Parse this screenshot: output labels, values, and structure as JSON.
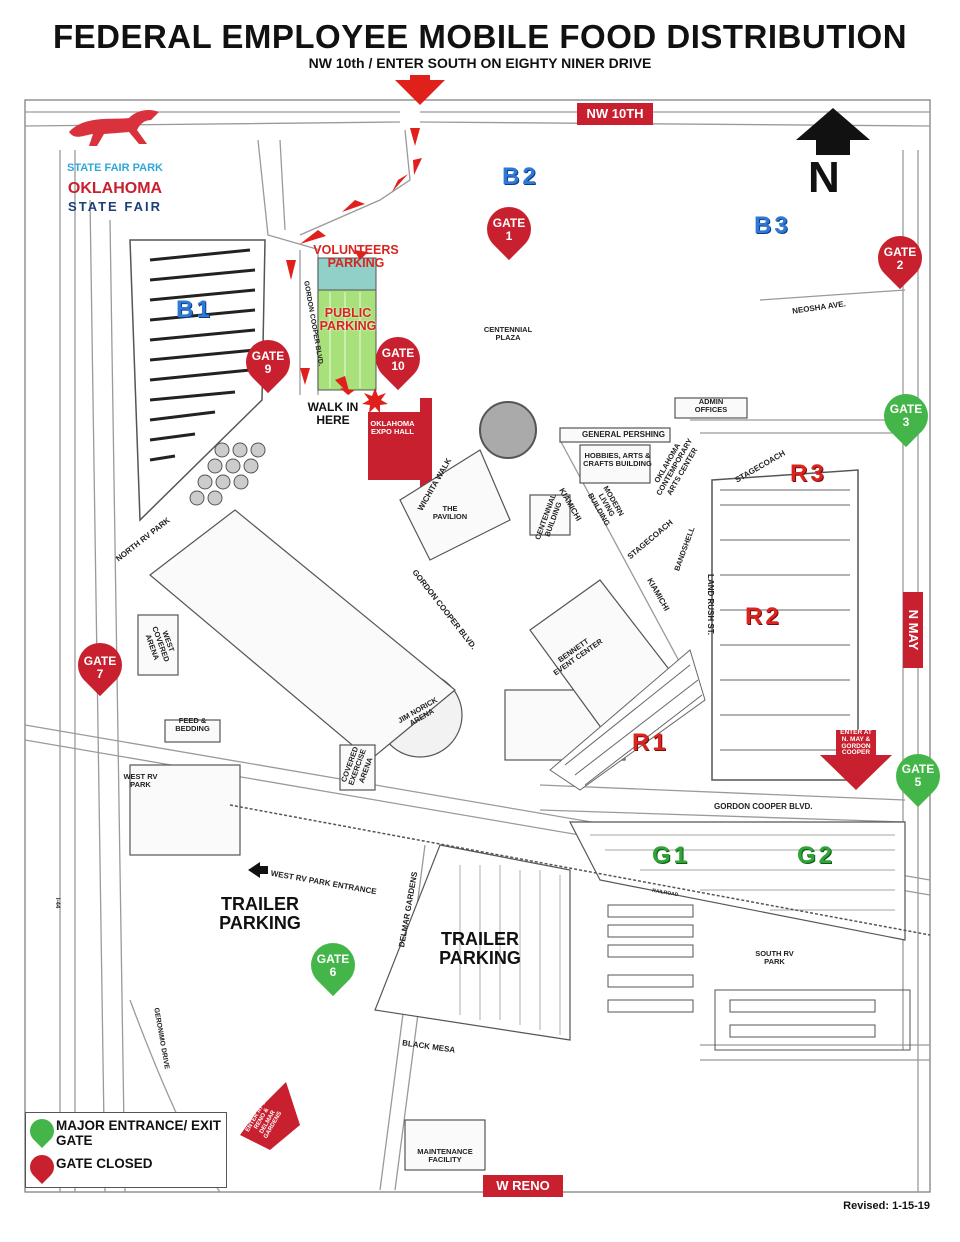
{
  "header": {
    "title": "FEDERAL EMPLOYEE MOBILE FOOD DISTRIBUTION",
    "subtitle": "NW 10th / ENTER SOUTH ON EIGHTY NINER DRIVE"
  },
  "logo": {
    "line1": "STATE FAIR PARK",
    "line2": "OKLAHOMA",
    "line3": "STATE FAIR"
  },
  "colors": {
    "gate_closed": "#c8202f",
    "gate_open": "#44b649",
    "zone_blue": "#2f79d6",
    "zone_red": "#d9241f",
    "zone_green": "#2fa535",
    "volunteer_parking": "#8fd0c8",
    "public_parking": "#a8e07a",
    "expo_hall": "#c8202f"
  },
  "roads": {
    "nw10th": "NW 10TH",
    "nmay": "N MAY",
    "wreno": "W RENO"
  },
  "north": "N",
  "zones": {
    "b1": "B1",
    "b2": "B2",
    "b3": "B3",
    "r1": "R1",
    "r2": "R2",
    "r3": "R3",
    "g1": "G1",
    "g2": "G2"
  },
  "gates": {
    "g1": {
      "line1": "GATE",
      "line2": "1"
    },
    "g2": {
      "line1": "GATE",
      "line2": "2"
    },
    "g3": {
      "line1": "GATE",
      "line2": "3"
    },
    "g5": {
      "line1": "GATE",
      "line2": "5"
    },
    "g6": {
      "line1": "GATE",
      "line2": "6"
    },
    "g7": {
      "line1": "GATE",
      "line2": "7"
    },
    "g9": {
      "line1": "GATE",
      "line2": "9"
    },
    "g10": {
      "line1": "GATE",
      "line2": "10"
    }
  },
  "labels": {
    "volunteers_parking": "VOLUNTEERS PARKING",
    "public_parking": "PUBLIC PARKING",
    "walk_in": "WALK IN HERE",
    "expo_hall": "OKLAHOMA EXPO HALL",
    "trailer_parking_left": "TRAILER PARKING",
    "trailer_parking_center": "TRAILER PARKING",
    "enter_at_nmay": "ENTER AT N. MAY & GORDON COOPER",
    "enter_at_reno": "ENTER AT W RENO & DELMAR GARDENS"
  },
  "streets": {
    "gordon_cooper_blvd_top": "GORDON COOPER BLVD.",
    "gordon_cooper_blvd_mid": "GORDON COOPER BLVD.",
    "gordon_cooper_blvd_bottom": "GORDON COOPER BLVD.",
    "neosha": "NEOSHA AVE.",
    "general_pershing": "GENERAL PERSHING",
    "wichita_walk": "WICHITA WALK",
    "kiamichi_1": "KIAMICHI",
    "kiamichi_2": "KIAMICHI",
    "stagecoach_1": "STAGECOACH",
    "stagecoach_2": "STAGECOACH",
    "land_rush": "LAND RUSH ST.",
    "north_rv_park": "NORTH RV PARK",
    "west_rv_park_entrance": "WEST RV PARK ENTRANCE",
    "delmar_gardens": "DELMAR GARDENS",
    "black_mesa": "BLACK MESA",
    "geronimo": "GERONIMO DRIVE",
    "i44": "I-44",
    "railroad": "RAILROAD"
  },
  "buildings": {
    "centennial_plaza": "CENTENNIAL PLAZA",
    "admin_offices": "ADMIN OFFICES",
    "hobbies": "HOBBIES, ARTS & CRAFTS BUILDING",
    "modern_living": "MODERN LIVING BUILDING",
    "contemporary_arts": "OKLAHOMA CONTEMPORARY ARTS CENTER",
    "centennial_building": "CENTENNIAL BUILDING",
    "pavilion": "THE PAVILION",
    "bandshell": "BANDSHELL",
    "bennett": "BENNETT EVENT CENTER",
    "jim_norick": "JIM NORICK ARENA",
    "covered_exercise": "COVERED EXERCISE ARENA",
    "west_covered": "WEST COVERED ARENA",
    "feed_bedding": "FEED & BEDDING",
    "west_rv_park": "WEST RV PARK",
    "south_rv_park": "SOUTH RV PARK",
    "maintenance": "MAINTENANCE FACILITY"
  },
  "legend": {
    "open_label": "MAJOR ENTRANCE/ EXIT GATE",
    "closed_label": "GATE CLOSED"
  },
  "footer": {
    "revised": "Revised: 1-15-19"
  }
}
